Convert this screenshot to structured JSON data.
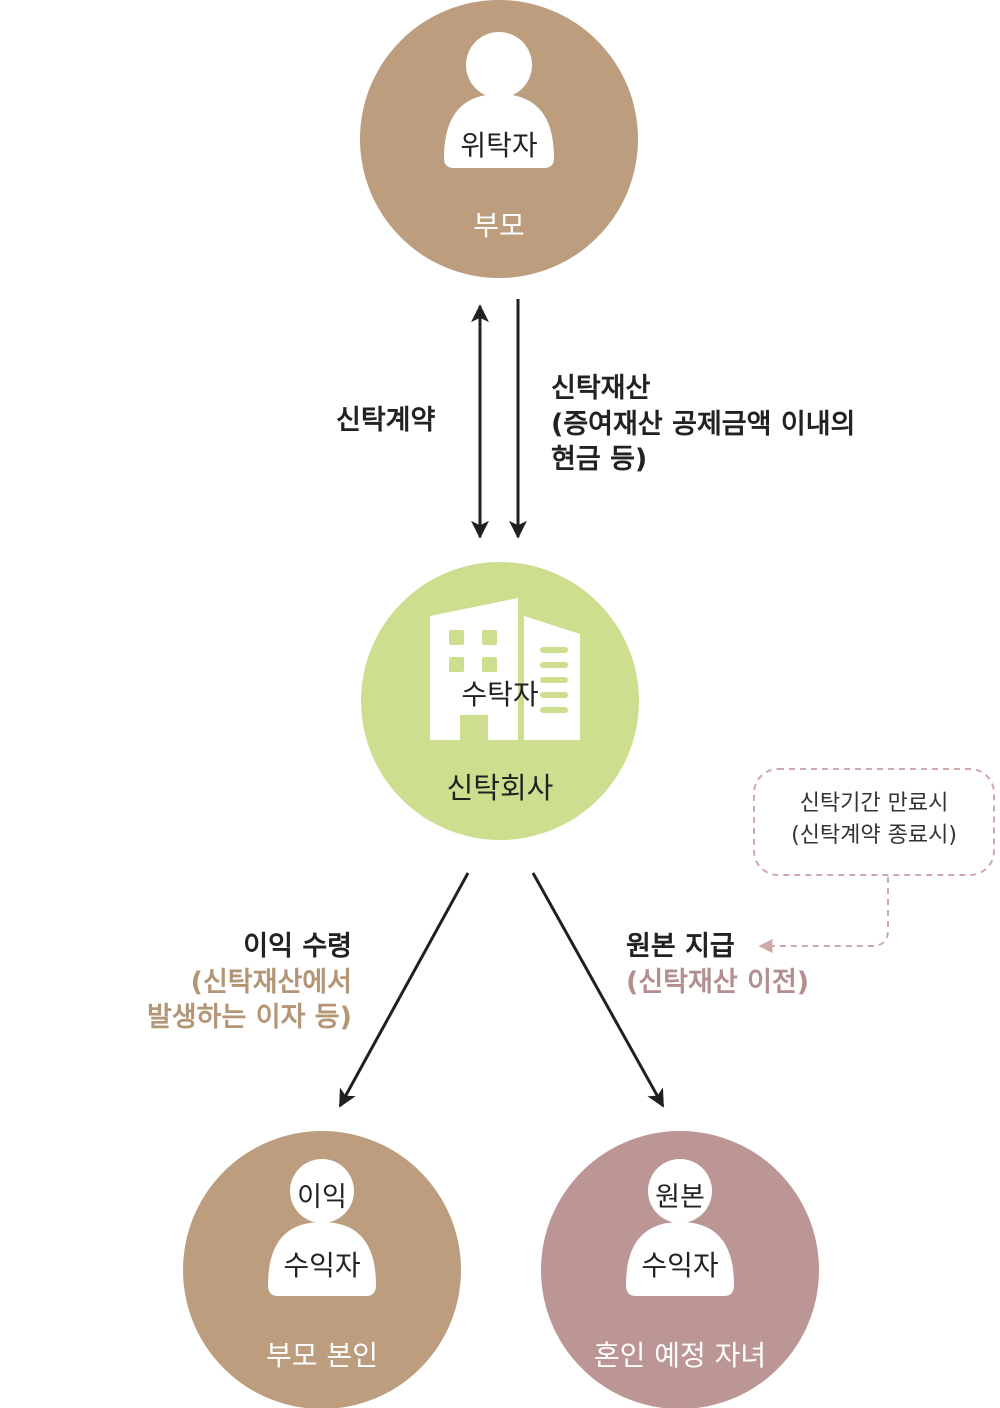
{
  "colors": {
    "tan": "#bc9d7e",
    "green": "#cddf8f",
    "rose": "#bc9694",
    "white": "#ffffff",
    "arrow": "#231f20",
    "dash": "#cfa9a9",
    "labelBrown": "#b49676",
    "labelPink": "#b48e8e"
  },
  "settlor": {
    "role": "위탁자",
    "name": "부모"
  },
  "trustee": {
    "role": "수탁자",
    "name": "신탁회사"
  },
  "income_beneficiary": {
    "head": "이익",
    "role": "수익자",
    "name": "부모 본인"
  },
  "principal_beneficiary": {
    "head": "원본",
    "role": "수익자",
    "name": "혼인 예정 자녀"
  },
  "flows": {
    "contract": "신탁계약",
    "property": [
      "신탁재산",
      "(증여재산 공제금액 이내의",
      "현금 등)"
    ],
    "income": [
      "이익 수령",
      "(신탁재산에서",
      "발생하는 이자 등)"
    ],
    "principal": [
      "원본 지급",
      "(신탁재산 이전)"
    ]
  },
  "note": [
    "신탁기간 만료시",
    "(신탁계약 종료시)"
  ],
  "icons": {
    "settlor": "person-icon",
    "trustee": "building-icon",
    "income": "person-icon",
    "principal": "person-icon"
  }
}
